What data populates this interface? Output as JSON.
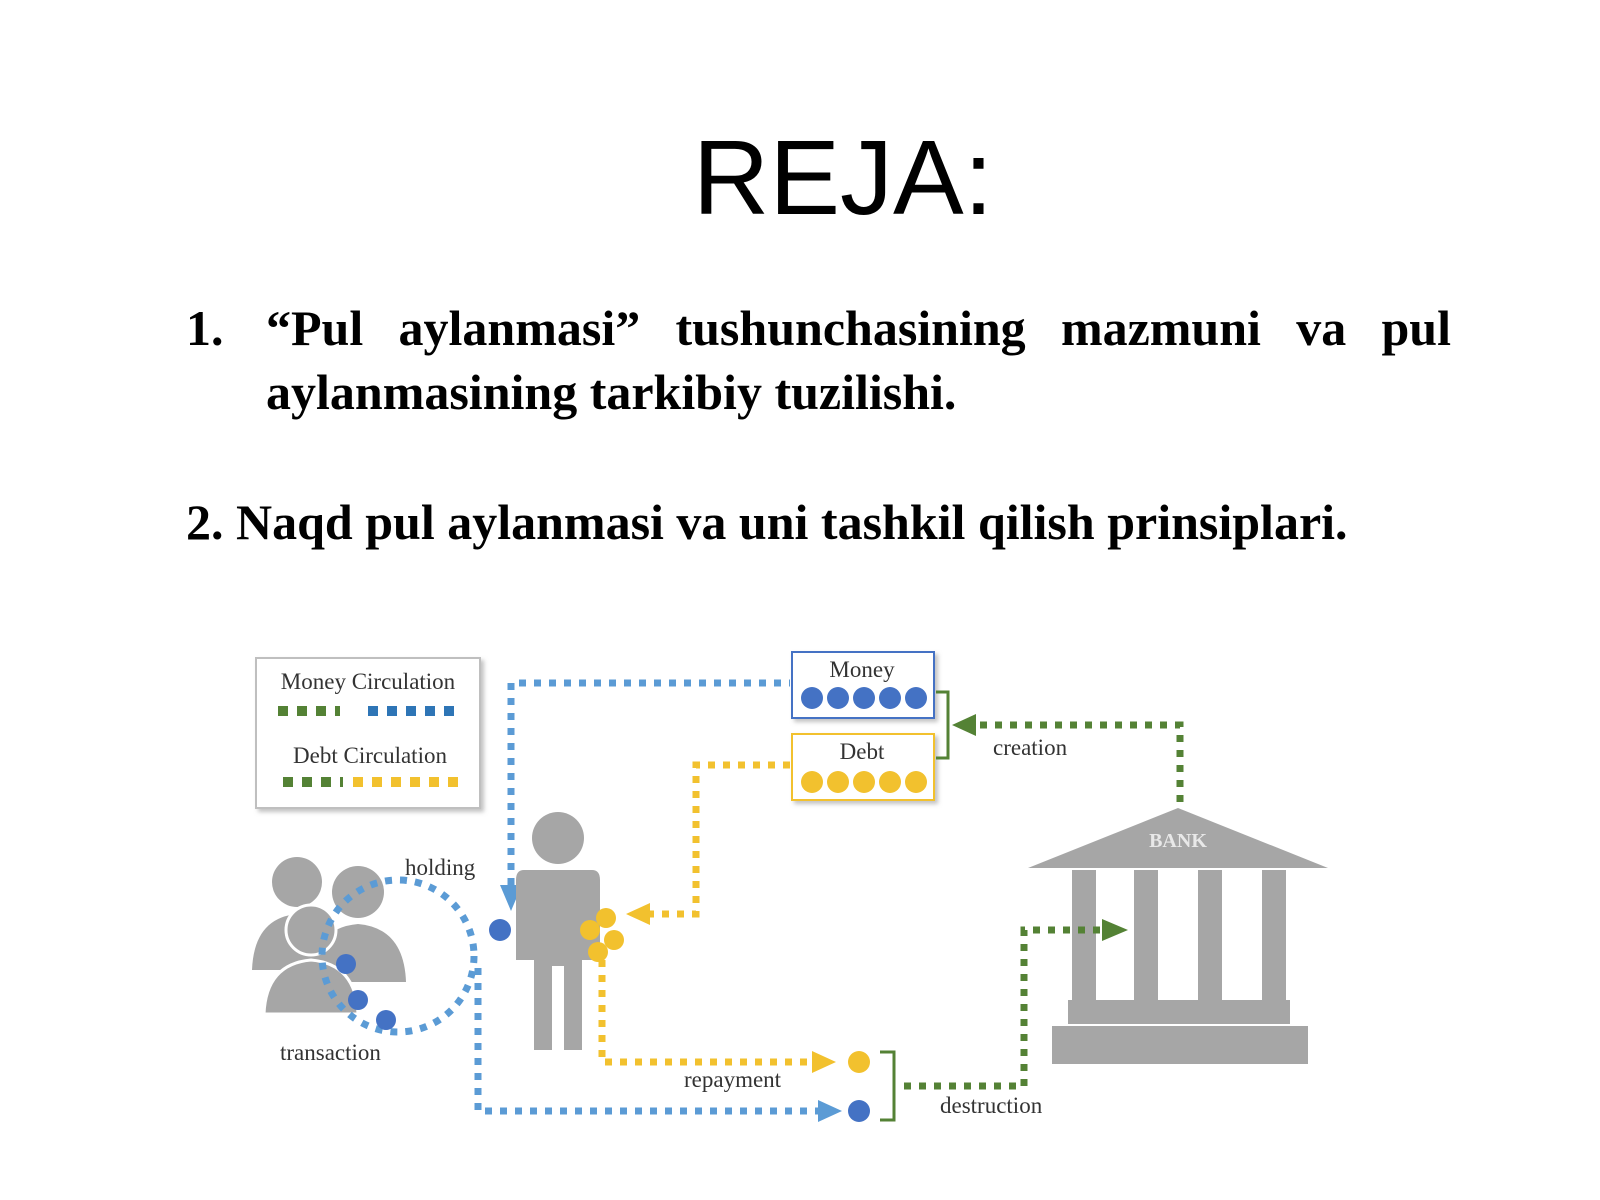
{
  "slide": {
    "title": "REJA:",
    "items": [
      {
        "number": "1.",
        "text": "“Pul aylanmasi” tushunchasining mazmuni va pul aylanmasining tarkibiy tuzilishi."
      },
      {
        "number": "2.",
        "text": "Naqd pul aylanmasi va uni tashkil qilish prinsiplari."
      }
    ]
  },
  "diagram": {
    "legend": {
      "money_circulation": "Money Circulation",
      "debt_circulation": "Debt Circulation"
    },
    "labels": {
      "money": "Money",
      "debt": "Debt",
      "creation": "creation",
      "bank": "BANK",
      "holding": "holding",
      "transaction": "transaction",
      "repayment": "repayment",
      "destruction": "destruction"
    },
    "colors": {
      "money_blue": "#5b9bd5",
      "coin_blue": "#4472c4",
      "debt_yellow": "#f2c12e",
      "bank_green": "#548235",
      "figure_gray": "#a6a6a6"
    }
  }
}
